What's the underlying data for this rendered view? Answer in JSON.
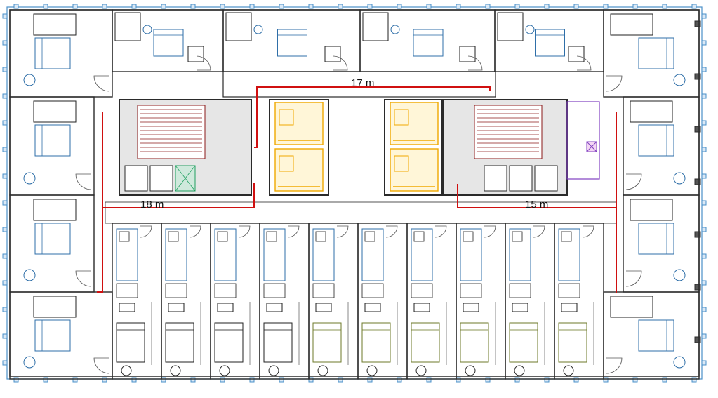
{
  "plan": {
    "evacuation_distances": [
      {
        "label": "17 m"
      },
      {
        "label": "18 m"
      },
      {
        "label": "15 m"
      }
    ],
    "colors": {
      "wall": "#2a2a2a",
      "glazing": "#4a90c8",
      "furniture_blue": "#2f6fa8",
      "furniture_green": "#6e7a2a",
      "furniture_dark": "#222222",
      "elevator": "#f0a800",
      "escape_route": "#d01010",
      "stair": "#8b1a1a",
      "service": "#8040c0",
      "shaft": "#20a060"
    }
  }
}
